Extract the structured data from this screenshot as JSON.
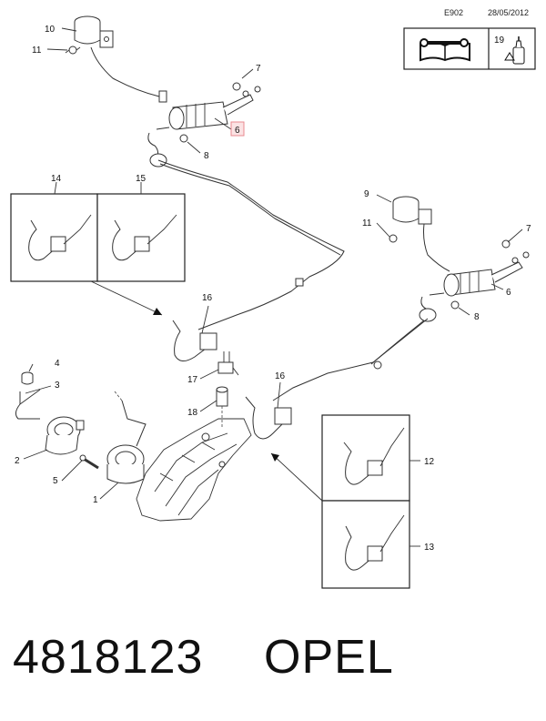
{
  "header": {
    "diagram_code": "E902",
    "date": "28/05/2012"
  },
  "legend": {
    "reference_number": "19"
  },
  "callouts": {
    "n1": "1",
    "n2": "2",
    "n3": "3",
    "n4": "4",
    "n5": "5",
    "n6_top": "6",
    "n6_right": "6",
    "n7_top": "7",
    "n7_right": "7",
    "n8_top": "8",
    "n8_right": "8",
    "n9": "9",
    "n10": "10",
    "n11_top": "11",
    "n11_right": "11",
    "n12": "12",
    "n13": "13",
    "n14": "14",
    "n15": "15",
    "n16_left": "16",
    "n16_right": "16",
    "n17": "17",
    "n18": "18"
  },
  "footer": {
    "part_number": "4818123",
    "brand": "OPEL"
  },
  "colors": {
    "highlight_border": "#e8898f",
    "highlight_fill": "#fbe3e4",
    "line": "#333333"
  }
}
